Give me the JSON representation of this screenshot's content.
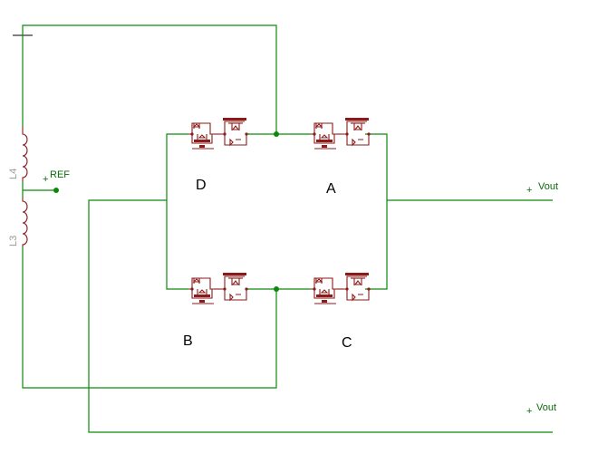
{
  "labels": {
    "switch_d": "D",
    "switch_a": "A",
    "switch_b": "B",
    "switch_c": "C",
    "ref": "REF",
    "vout_top": "Vout",
    "vout_bottom": "Vout",
    "inductor_l4": "L4",
    "inductor_l3": "L3"
  },
  "colors": {
    "wire": "#0a8a0a",
    "device": "#8b1a1a",
    "part_label": "#999999"
  }
}
